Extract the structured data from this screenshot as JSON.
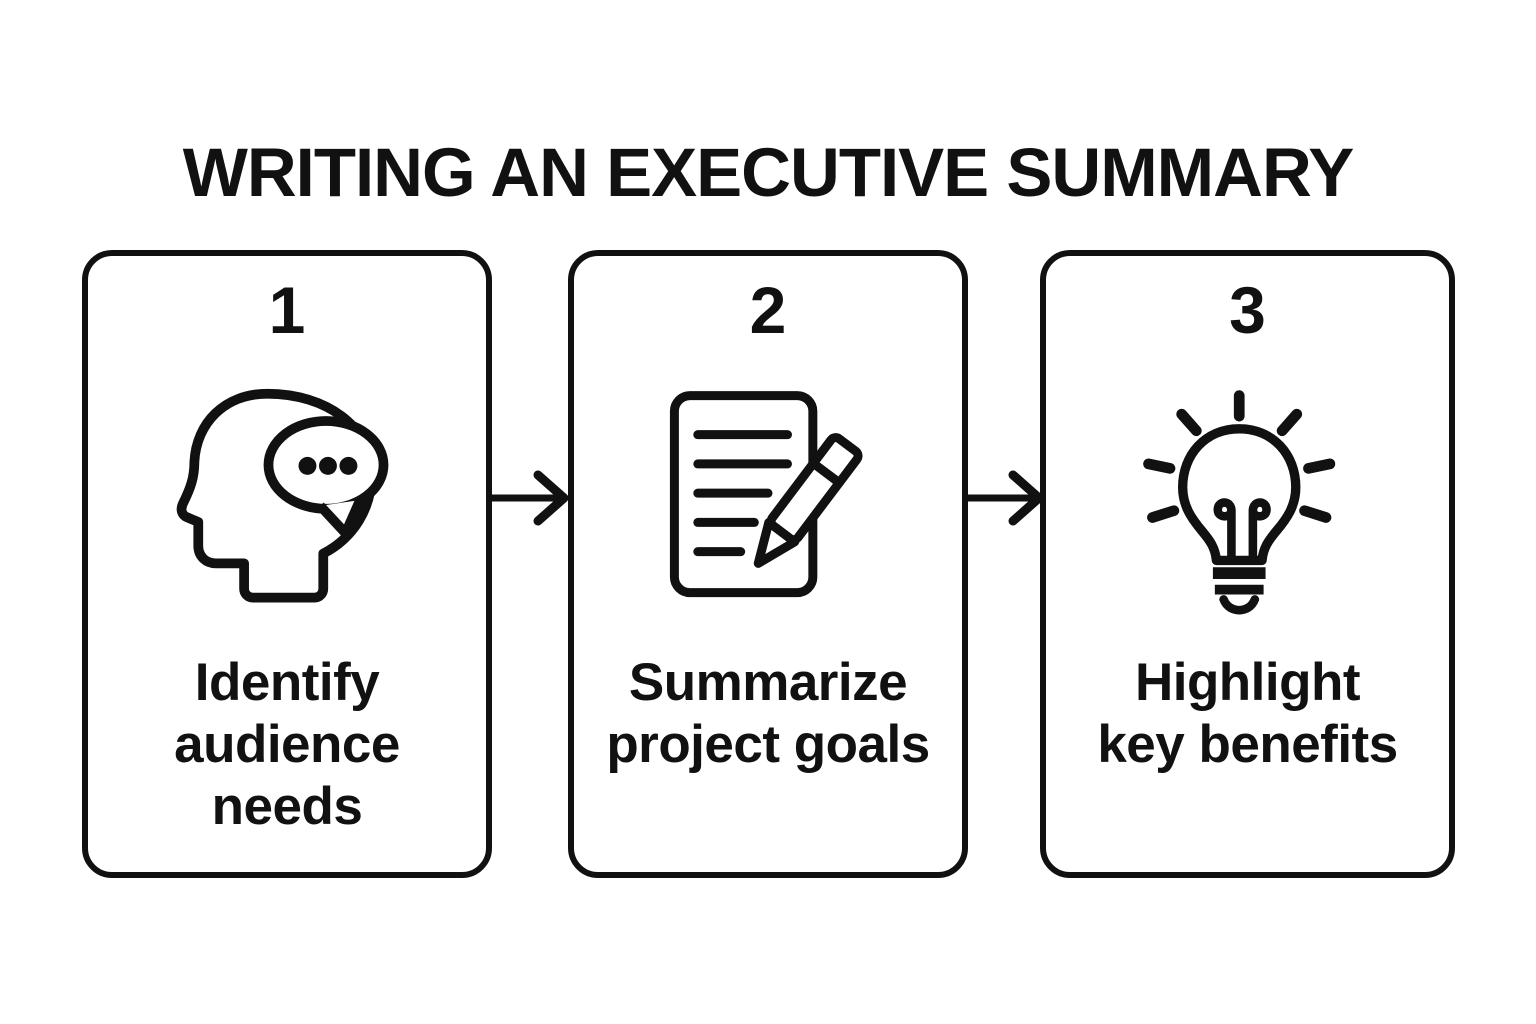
{
  "title": "WRITING AN EXECUTIVE SUMMARY",
  "colors": {
    "ink": "#111111",
    "background": "#ffffff"
  },
  "steps": [
    {
      "number": "1",
      "icon": "head-speech-bubble-icon",
      "label": "Identify audience needs",
      "lines": [
        "Identify",
        "audience",
        "needs"
      ]
    },
    {
      "number": "2",
      "icon": "document-pencil-icon",
      "label": "Summarize project goals",
      "lines": [
        "Summarize",
        "project goals"
      ]
    },
    {
      "number": "3",
      "icon": "lightbulb-icon",
      "label": "Highlight key benefits",
      "lines": [
        "Highlight",
        "key benefits"
      ]
    }
  ],
  "connectors": [
    {
      "type": "arrow-right"
    },
    {
      "type": "arrow-right"
    }
  ]
}
